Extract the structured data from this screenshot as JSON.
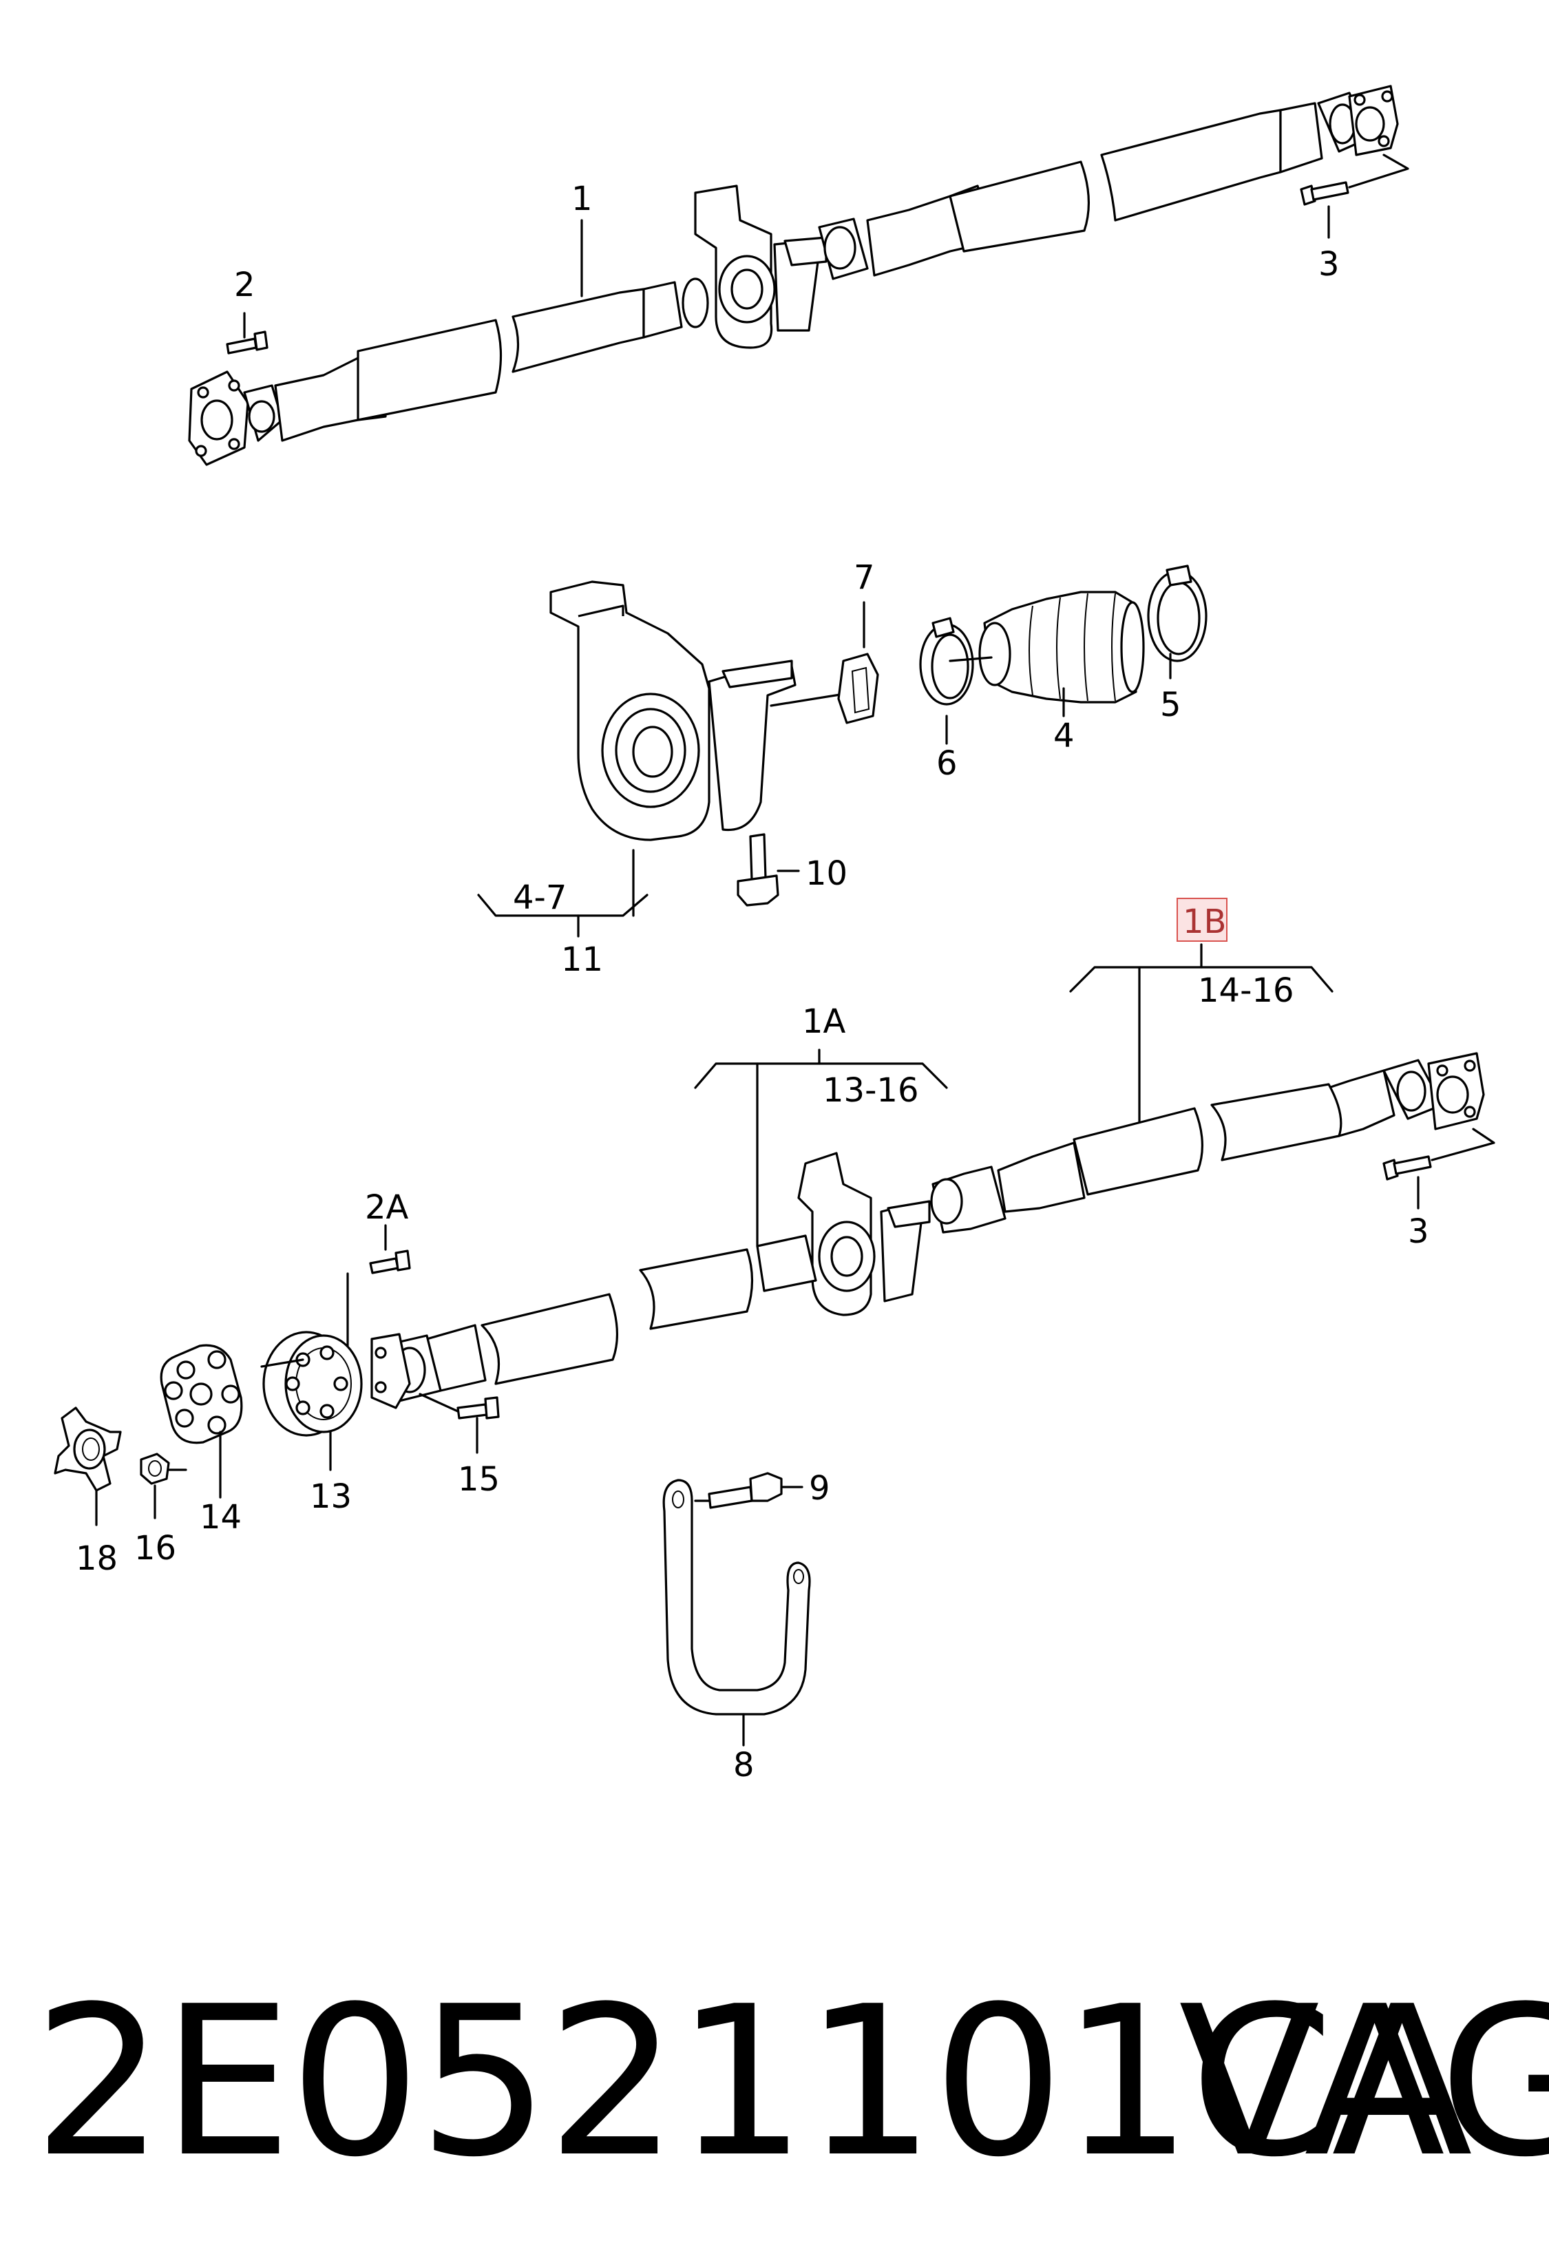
{
  "labels": {
    "l1": "1",
    "l2": "2",
    "l3_top": "3",
    "l3_bottom": "3",
    "l4": "4",
    "l5": "5",
    "l6": "6",
    "l7": "7",
    "l8": "8",
    "l9": "9",
    "l10": "10",
    "l11": "11",
    "l4_7": "4-7",
    "l1A": "1A",
    "l13_16": "13-16",
    "l1B": "1B",
    "l14_16": "14-16",
    "l2A": "2A",
    "l13": "13",
    "l14": "14",
    "l15": "15",
    "l16": "16",
    "l18": "18"
  },
  "highlight_color": "#d9534f",
  "highlight_fill": "#fbe3e3",
  "footer": {
    "part_number": "2E0521101CA",
    "brand": "VAG"
  }
}
